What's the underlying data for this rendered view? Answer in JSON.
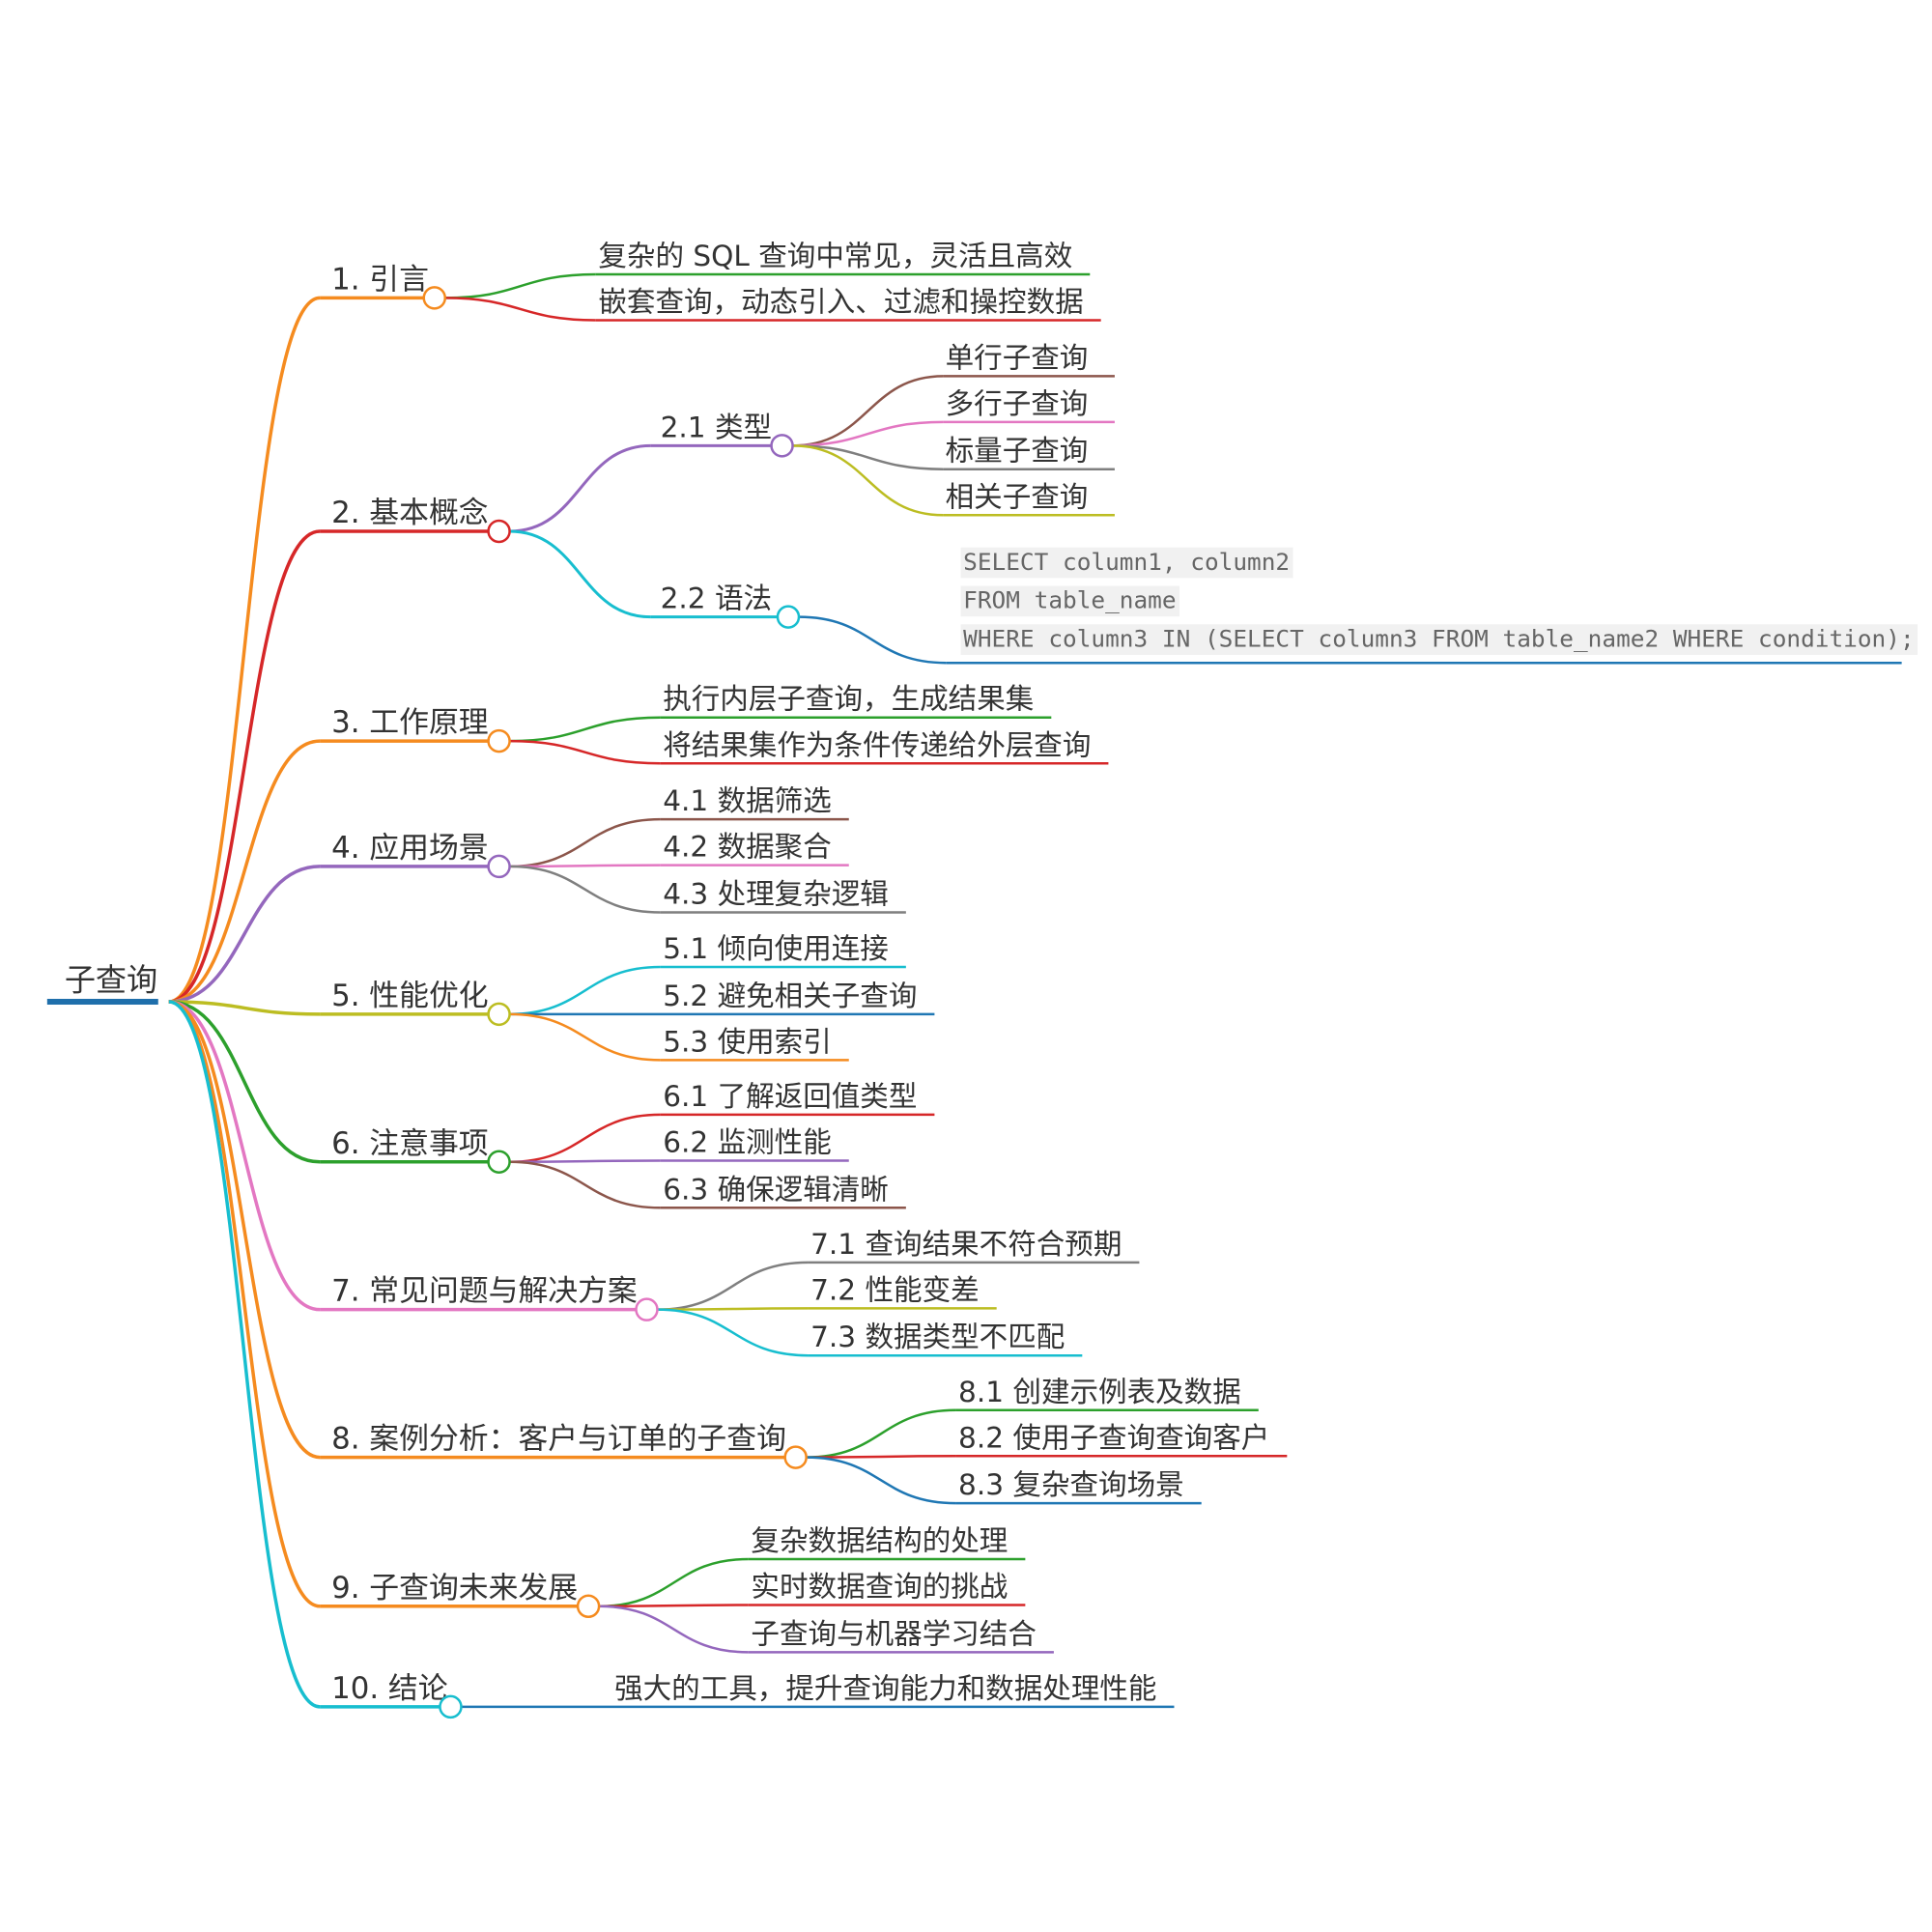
{
  "mindmap": {
    "root": {
      "label": "子查询",
      "color": "#1f6fab",
      "children": [
        {
          "label": "1. 引言",
          "color": "#f58b1f",
          "children": [
            {
              "label": "复杂的 SQL 查询中常见，灵活且高效",
              "color": "#2ca02c"
            },
            {
              "label": "嵌套查询，动态引入、过滤和操控数据",
              "color": "#d62728"
            }
          ]
        },
        {
          "label": "2. 基本概念",
          "color": "#d62728",
          "children": [
            {
              "label": "2.1 类型",
              "color": "#9467bd",
              "children": [
                {
                  "label": "单行子查询",
                  "color": "#8c564b"
                },
                {
                  "label": "多行子查询",
                  "color": "#e377c2"
                },
                {
                  "label": "标量子查询",
                  "color": "#7f7f7f"
                },
                {
                  "label": "相关子查询",
                  "color": "#bcbd22"
                }
              ]
            },
            {
              "label": "2.2 语法",
              "color": "#17becf",
              "children": [
                {
                  "code": true,
                  "color": "#1f77b4",
                  "lines": [
                    "SELECT column1, column2",
                    "FROM table_name",
                    "WHERE column3 IN (SELECT column3 FROM table_name2 WHERE condition);"
                  ]
                }
              ]
            }
          ]
        },
        {
          "label": "3. 工作原理",
          "color": "#f58b1f",
          "children": [
            {
              "label": "执行内层子查询，生成结果集",
              "color": "#2ca02c"
            },
            {
              "label": "将结果集作为条件传递给外层查询",
              "color": "#d62728"
            }
          ]
        },
        {
          "label": "4. 应用场景",
          "color": "#9467bd",
          "children": [
            {
              "label": "4.1 数据筛选",
              "color": "#8c564b"
            },
            {
              "label": "4.2 数据聚合",
              "color": "#e377c2"
            },
            {
              "label": "4.3 处理复杂逻辑",
              "color": "#7f7f7f"
            }
          ]
        },
        {
          "label": "5. 性能优化",
          "color": "#bcbd22",
          "children": [
            {
              "label": "5.1 倾向使用连接",
              "color": "#17becf"
            },
            {
              "label": "5.2 避免相关子查询",
              "color": "#1f77b4"
            },
            {
              "label": "5.3 使用索引",
              "color": "#f58b1f"
            }
          ]
        },
        {
          "label": "6. 注意事项",
          "color": "#2ca02c",
          "children": [
            {
              "label": "6.1 了解返回值类型",
              "color": "#d62728"
            },
            {
              "label": "6.2 监测性能",
              "color": "#9467bd"
            },
            {
              "label": "6.3 确保逻辑清晰",
              "color": "#8c564b"
            }
          ]
        },
        {
          "label": "7. 常见问题与解决方案",
          "color": "#e377c2",
          "children": [
            {
              "label": "7.1 查询结果不符合预期",
              "color": "#7f7f7f"
            },
            {
              "label": "7.2 性能变差",
              "color": "#bcbd22"
            },
            {
              "label": "7.3 数据类型不匹配",
              "color": "#17becf"
            }
          ]
        },
        {
          "label": "8. 案例分析：客户与订单的子查询",
          "color": "#f58b1f",
          "children": [
            {
              "label": "8.1 创建示例表及数据",
              "color": "#2ca02c"
            },
            {
              "label": "8.2 使用子查询查询客户",
              "color": "#d62728"
            },
            {
              "label": "8.3 复杂查询场景",
              "color": "#1f77b4"
            }
          ]
        },
        {
          "label": "9. 子查询未来发展",
          "color": "#f58b1f",
          "children": [
            {
              "label": "复杂数据结构的处理",
              "color": "#2ca02c"
            },
            {
              "label": "实时数据查询的挑战",
              "color": "#d62728"
            },
            {
              "label": "子查询与机器学习结合",
              "color": "#9467bd"
            }
          ]
        },
        {
          "label": "10. 结论",
          "color": "#17becf",
          "children": [
            {
              "label": "强大的工具，提升查询能力和数据处理性能",
              "color": "#1f77b4"
            }
          ]
        }
      ]
    }
  }
}
